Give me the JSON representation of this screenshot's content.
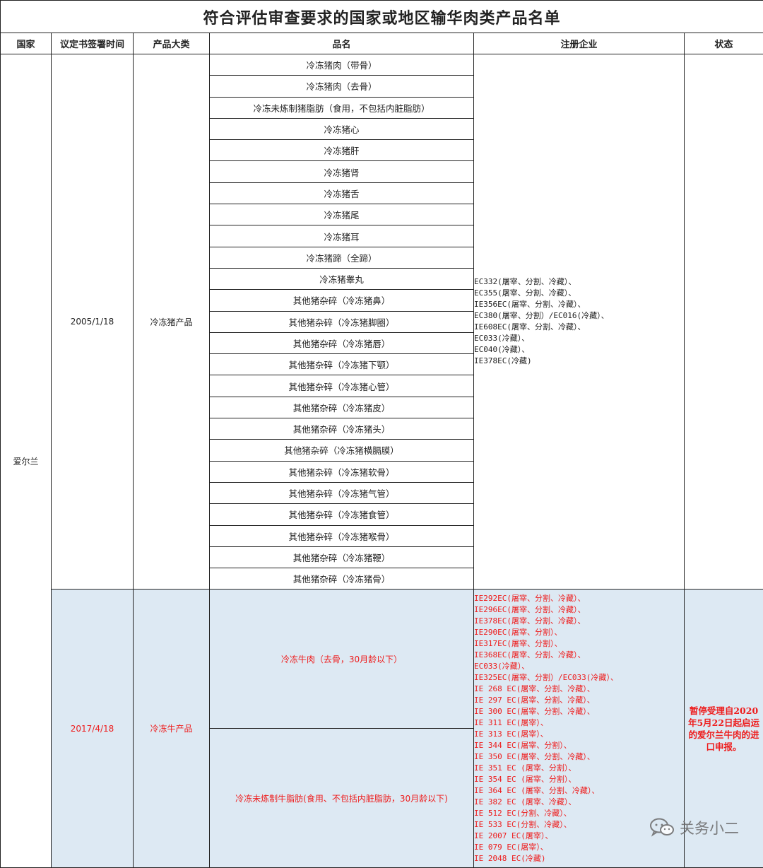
{
  "title": "符合评估审查要求的国家或地区输华肉类产品名单",
  "headers": {
    "country": "国家",
    "date": "议定书签署时间",
    "category": "产品大类",
    "product": "品名",
    "enterprise": "注册企业",
    "status": "状态"
  },
  "country": "爱尔兰",
  "pork": {
    "date": "2005/1/18",
    "category": "冷冻猪产品",
    "products": [
      "冷冻猪肉（带骨）",
      "冷冻猪肉（去骨）",
      "冷冻未炼制猪脂肪（食用，不包括内脏脂肪）",
      "冷冻猪心",
      "冷冻猪肝",
      "冷冻猪肾",
      "冷冻猪舌",
      "冷冻猪尾",
      "冷冻猪耳",
      "冷冻猪蹄（全蹄）",
      "冷冻猪睾丸",
      "其他猪杂碎（冷冻猪鼻）",
      "其他猪杂碎（冷冻猪脚圈）",
      "其他猪杂碎（冷冻猪唇）",
      "其他猪杂碎（冷冻猪下颚）",
      "其他猪杂碎（冷冻猪心管）",
      "其他猪杂碎（冷冻猪皮）",
      "其他猪杂碎（冷冻猪头）",
      "其他猪杂碎（冷冻猪横膈膜）",
      "其他猪杂碎（冷冻猪软骨）",
      "其他猪杂碎（冷冻猪气管）",
      "其他猪杂碎（冷冻猪食管）",
      "其他猪杂碎（冷冻猪喉骨）",
      "其他猪杂碎（冷冻猪鞭）",
      "其他猪杂碎（冷冻猪骨）"
    ],
    "enterprises": "EC332(屠宰、分割、冷藏）、\nEC355(屠宰、分割、冷藏）、\nIE356EC(屠宰、分割、冷藏）、\nEC380(屠宰、分割）/EC016(冷藏）、\nIE608EC(屠宰、分割、冷藏）、\nEC033(冷藏）、\nEC040(冷藏）、\nIE378EC(冷藏)",
    "status": ""
  },
  "beef": {
    "date": "2017/4/18",
    "category": "冷冻牛产品",
    "products": [
      "冷冻牛肉（去骨，30月龄以下）",
      "冷冻未炼制牛脂肪(食用、不包括内脏脂肪，30月龄以下)"
    ],
    "enterprises": "IE292EC(屠宰、分割、冷藏）、\nIE296EC(屠宰、分割、冷藏）、\nIE378EC(屠宰、分割、冷藏）、\nIE290EC(屠宰、分割）、\nIE317EC(屠宰、分割）、\nIE368EC(屠宰、分割、冷藏）、\nEC033(冷藏）、\nIE325EC(屠宰、分割）/EC033(冷藏）、\nIE 268 EC(屠宰、分割、冷藏）、\nIE 297 EC(屠宰、分割、冷藏）、\nIE 300 EC(屠宰、分割、冷藏）、\nIE 311 EC(屠宰）、\nIE 313 EC(屠宰）、\nIE 344 EC(屠宰、分割）、\nIE 350 EC(屠宰、分割、冷藏）、\nIE 351 EC (屠宰、分割）、\nIE 354 EC (屠宰、分割）、\nIE 364 EC (屠宰、分割、冷藏）、\nIE 382 EC (屠宰、冷藏）、\nIE 512 EC(分割、冷藏）、\nIE 533 EC(分割、冷藏）、\nIE 2007 EC(屠宰）、\nIE 079 EC(屠宰）、\nIE 2048 EC(冷藏)",
    "status": "暂停受理自2020年5月22日起启运的爱尔兰牛肉的进口申报。"
  },
  "watermark": "关务小二",
  "colors": {
    "highlight_bg": "#dde9f3",
    "alert_text": "#ee1c1c"
  }
}
